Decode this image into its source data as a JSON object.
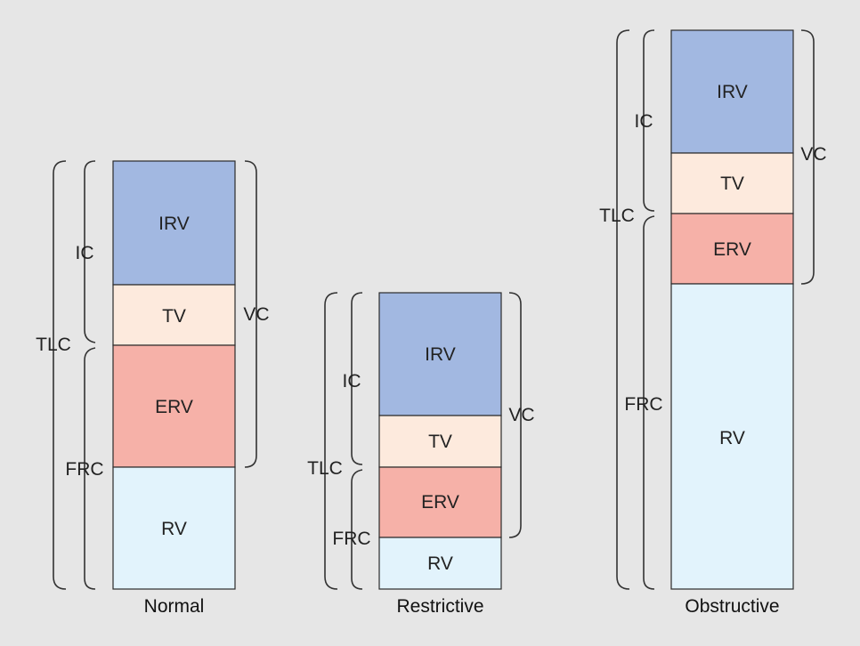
{
  "colors": {
    "IRV": "#a2b8e1",
    "TV": "#fdeadd",
    "ERV": "#f6b1a8",
    "RV": "#e2f3fc",
    "background": "#e6e6e6"
  },
  "panels": [
    {
      "caption": "Normal",
      "volumes": {
        "IRV": "IRV",
        "TV": "TV",
        "ERV": "ERV",
        "RV": "RV"
      },
      "braces": {
        "IC": "IC",
        "FRC": "FRC",
        "TLC": "TLC",
        "VC": "VC"
      }
    },
    {
      "caption": "Restrictive",
      "volumes": {
        "IRV": "IRV",
        "TV": "TV",
        "ERV": "ERV",
        "RV": "RV"
      },
      "braces": {
        "IC": "IC",
        "FRC": "FRC",
        "TLC": "TLC",
        "VC": "VC"
      }
    },
    {
      "caption": "Obstructive",
      "volumes": {
        "IRV": "IRV",
        "TV": "TV",
        "ERV": "ERV",
        "RV": "RV"
      },
      "braces": {
        "IC": "IC",
        "FRC": "FRC",
        "TLC": "TLC",
        "VC": "VC"
      }
    }
  ]
}
